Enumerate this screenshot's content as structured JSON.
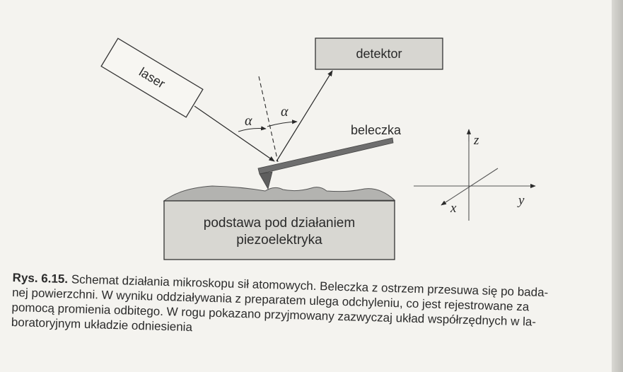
{
  "figure": {
    "laser": "laser",
    "detector": "detektor",
    "cantilever": "beleczka",
    "angle_left": "α",
    "angle_right": "α",
    "base_line1": "podstawa pod działaniem",
    "base_line2": "piezoelektryka",
    "axis_z": "z",
    "axis_y": "y",
    "axis_x": "x"
  },
  "caption": {
    "label": "Rys. 6.15.",
    "line1": " Schemat działania mikroskopu sił atomowych. Beleczka z ostrzem przesuwa się po bada-",
    "line2": "nej powierzchni. W wyniku oddziaływania z preparatem ulega odchyleniu, co jest rejestrowane za",
    "line3": "pomocą promienia odbitego. W rogu pokazano przyjmowany zazwyczaj układ współrzędnych w la-",
    "line4": "boratoryjnym układzie odniesienia"
  }
}
